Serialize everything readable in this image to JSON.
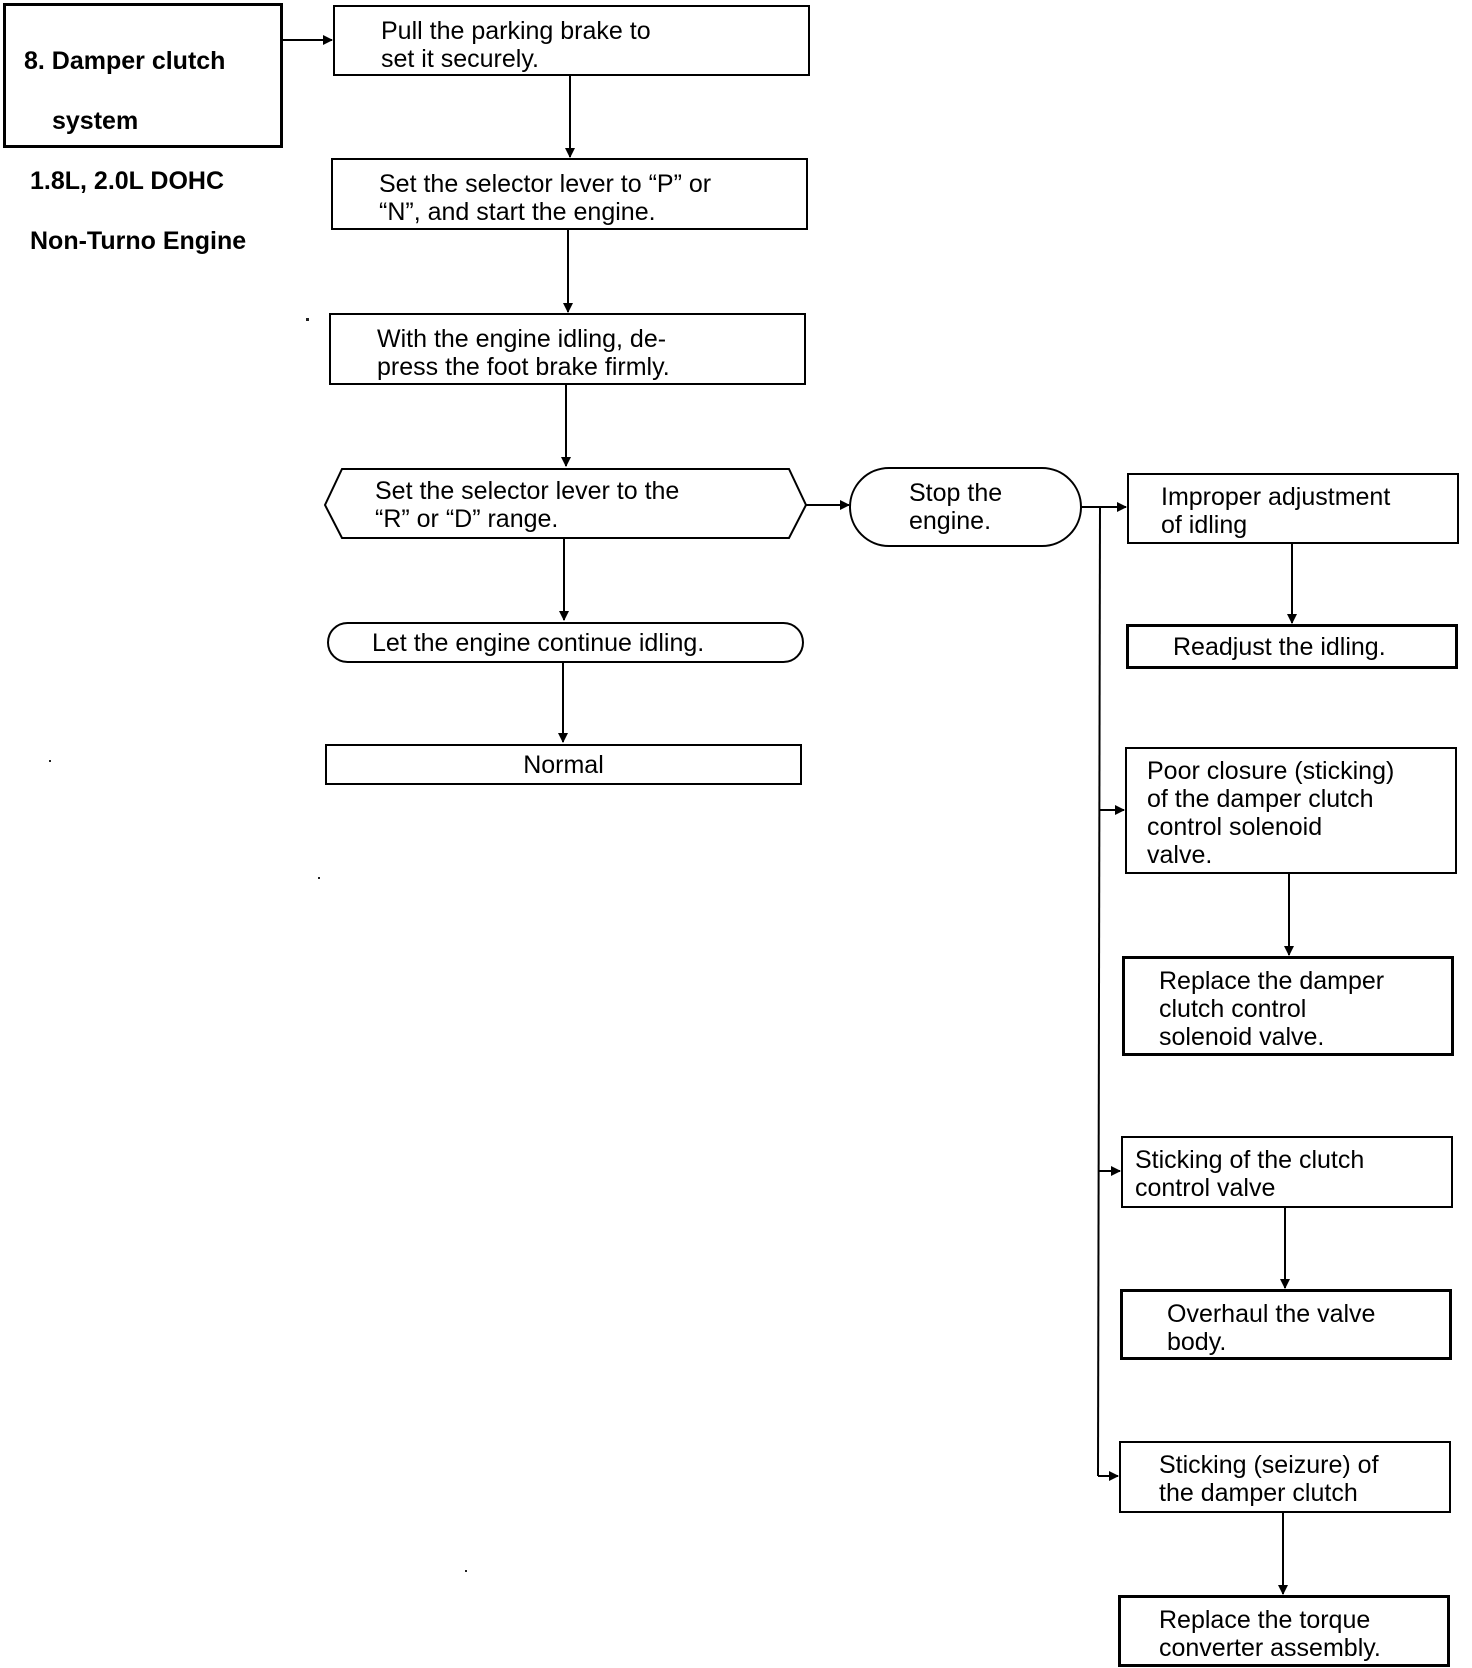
{
  "title_box": {
    "line1": "8. Damper clutch",
    "line2": "system",
    "line3": "1.8L, 2.0L DOHC",
    "line4": "Non-Turno Engine"
  },
  "main_flow": {
    "step1": "Pull the parking brake to\nset it securely.",
    "step2": "Set the selector lever to “P” or\n“N”, and start the engine.",
    "step3": "With the engine idling, de-\npress the foot brake firmly.",
    "decision": "Set the selector lever to the\n“R” or “D” range.",
    "continue_idling": "Let the engine continue idling.",
    "normal": "Normal"
  },
  "stop_node": "Stop the\nengine.",
  "causes": [
    {
      "cause": "Improper adjustment\nof idling",
      "remedy": "Readjust the idling."
    },
    {
      "cause": "Poor closure (sticking)\nof the damper clutch\ncontrol solenoid\nvalve.",
      "remedy": "Replace the damper\nclutch control\nsolenoid valve."
    },
    {
      "cause": "Sticking of the clutch\ncontrol valve",
      "remedy": "Overhaul the valve\nbody."
    },
    {
      "cause": "Sticking (seizure) of\nthe damper clutch",
      "remedy": "Replace the torque\nconverter assembly."
    }
  ]
}
